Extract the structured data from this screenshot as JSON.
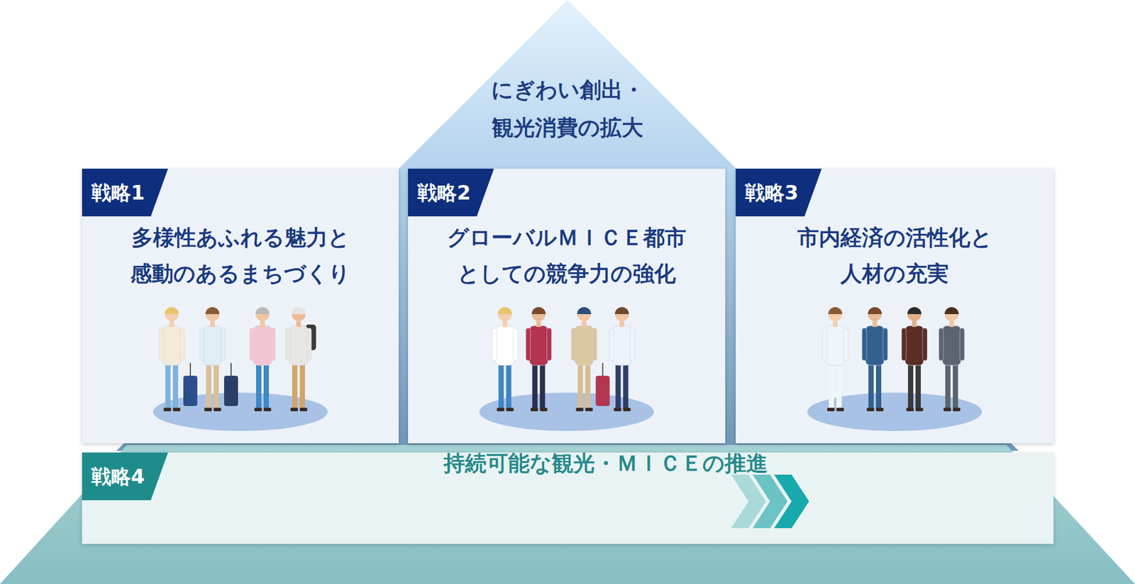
{
  "diagram": {
    "nodes": [
      {
        "text": [
          "にぎわい創出・ 観光消費の拡大"
        ]
      },
      {
        "text": [
          "戦略1",
          "多様性あふれる魅力と 感動のあるまちづくり"
        ]
      },
      {
        "text": [
          "戦略2",
          "グローバルＭＩＣＥ都市 としての競争力の強化"
        ]
      },
      {
        "text": [
          "戦略3",
          "市内経済の活性化と 人材の充実"
        ]
      },
      {
        "text": [
          "戦略4",
          "持続可能な観光・ＭＩＣＥの推進"
        ]
      }
    ]
  }
}
